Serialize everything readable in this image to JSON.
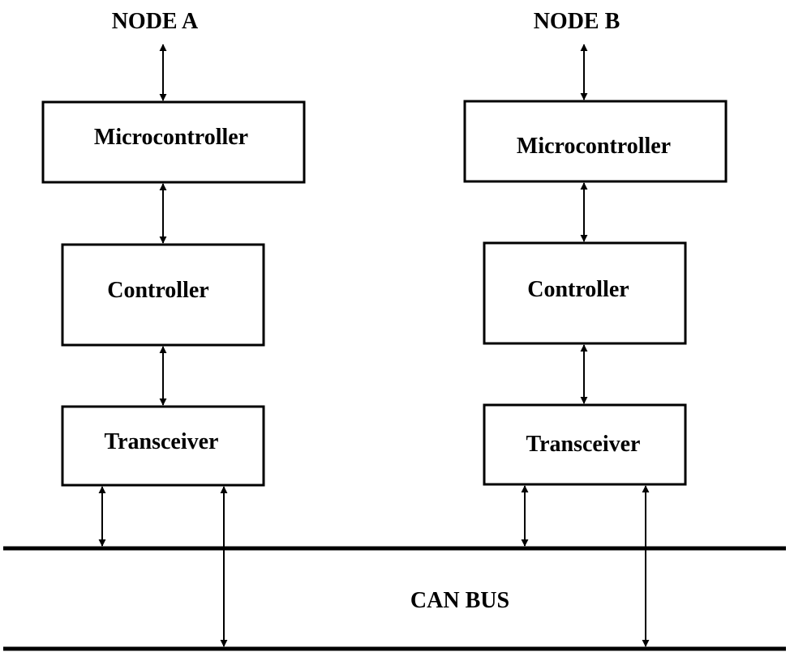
{
  "node_a": {
    "title": "NODE A",
    "microcontroller": "Microcontroller",
    "controller": "Controller",
    "transceiver": "Transceiver"
  },
  "node_b": {
    "title": "NODE B",
    "microcontroller": "Microcontroller",
    "controller": "Controller",
    "transceiver": "Transceiver"
  },
  "bus": {
    "label": "CAN BUS"
  }
}
